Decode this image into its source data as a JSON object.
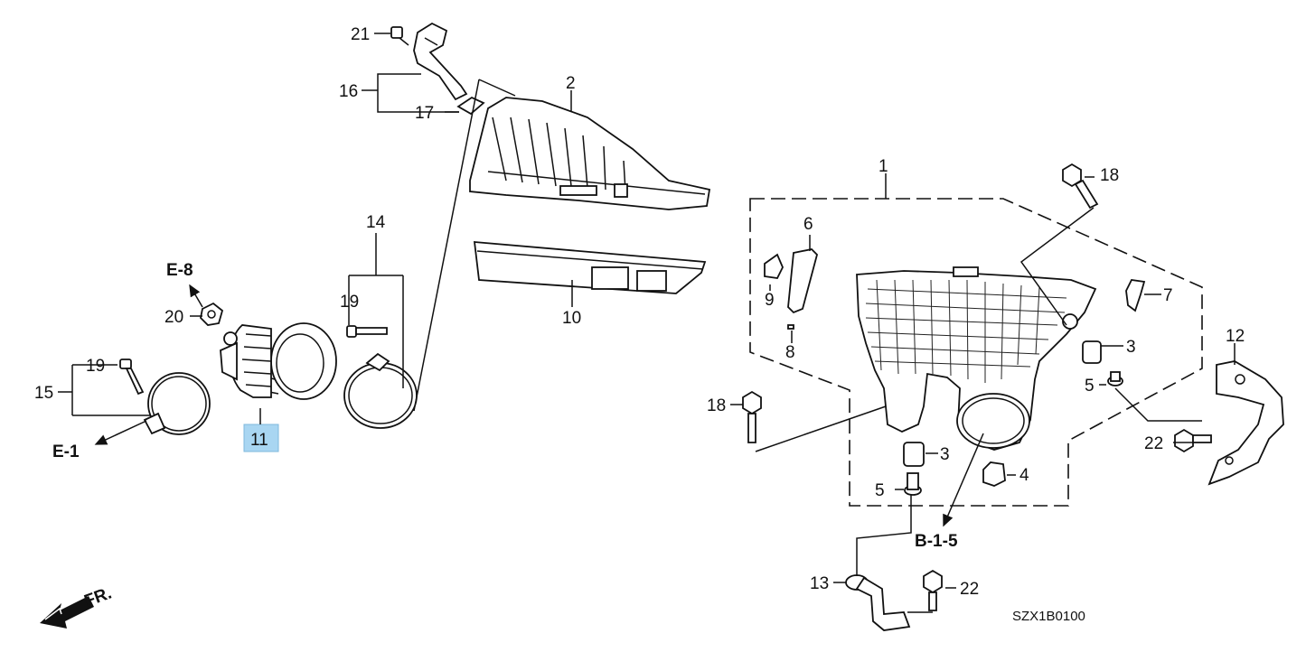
{
  "diagram_code": "SZX1B0100",
  "front_label": "FR.",
  "highlight_color": "#a9d6f2",
  "highlighted_label": "11",
  "labels": [
    {
      "id": "1",
      "text": "1"
    },
    {
      "id": "2",
      "text": "2"
    },
    {
      "id": "3a",
      "text": "3"
    },
    {
      "id": "3b",
      "text": "3"
    },
    {
      "id": "4",
      "text": "4"
    },
    {
      "id": "5a",
      "text": "5"
    },
    {
      "id": "5b",
      "text": "5"
    },
    {
      "id": "6",
      "text": "6"
    },
    {
      "id": "7",
      "text": "7"
    },
    {
      "id": "8",
      "text": "8"
    },
    {
      "id": "9",
      "text": "9"
    },
    {
      "id": "10",
      "text": "10"
    },
    {
      "id": "11",
      "text": "11"
    },
    {
      "id": "12",
      "text": "12"
    },
    {
      "id": "13",
      "text": "13"
    },
    {
      "id": "14",
      "text": "14"
    },
    {
      "id": "15",
      "text": "15"
    },
    {
      "id": "16",
      "text": "16"
    },
    {
      "id": "17",
      "text": "17"
    },
    {
      "id": "18a",
      "text": "18"
    },
    {
      "id": "18b",
      "text": "18"
    },
    {
      "id": "19a",
      "text": "19"
    },
    {
      "id": "19b",
      "text": "19"
    },
    {
      "id": "20",
      "text": "20"
    },
    {
      "id": "21",
      "text": "21"
    },
    {
      "id": "22a",
      "text": "22"
    },
    {
      "id": "22b",
      "text": "22"
    }
  ],
  "references": [
    {
      "id": "e8",
      "text": "E-8"
    },
    {
      "id": "e1",
      "text": "E-1"
    },
    {
      "id": "b15",
      "text": "B-1-5"
    }
  ]
}
